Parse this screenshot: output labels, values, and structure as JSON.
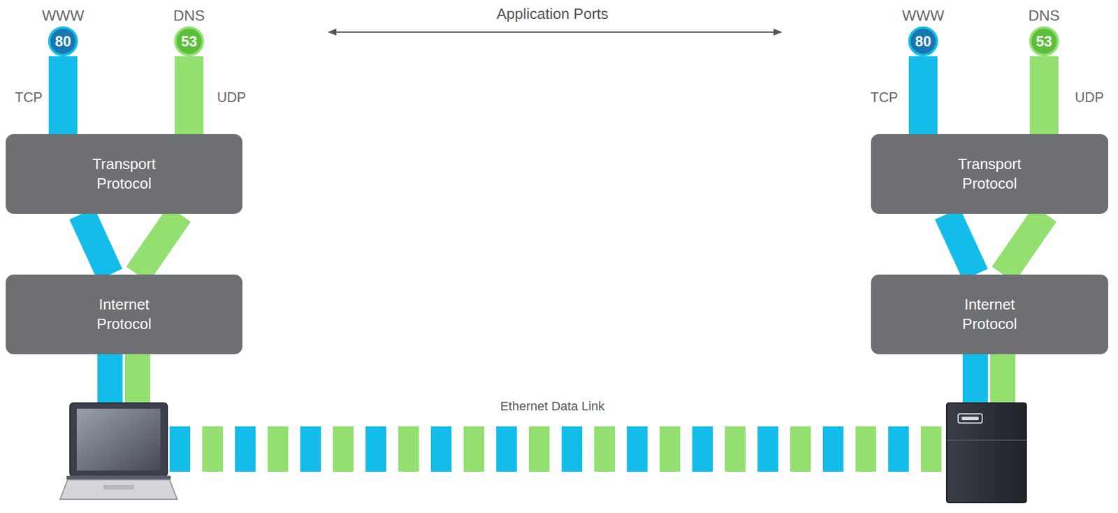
{
  "diagram": {
    "nodes": [
      {
        "text": [
          "WWW",
          "80"
        ]
      },
      {
        "text": [
          "DNS",
          "53"
        ]
      },
      {
        "text": [
          "Transport Protocol"
        ]
      },
      {
        "text": [
          "Internet Protocol"
        ]
      },
      {
        "text": [
          "WWW",
          "80"
        ]
      },
      {
        "text": [
          "DNS",
          "53"
        ]
      },
      {
        "text": [
          "Transport Protocol"
        ]
      },
      {
        "text": [
          "Internet Protocol"
        ]
      }
    ],
    "edges": [
      {
        "from": 0,
        "to": 2,
        "arrow": "none"
      },
      {
        "from": 1,
        "to": 2,
        "arrow": "none"
      },
      {
        "from": 2,
        "to": 3,
        "arrow": "none"
      },
      {
        "from": 2,
        "to": 3,
        "arrow": "none"
      },
      {
        "from": 4,
        "to": 6,
        "arrow": "none"
      },
      {
        "from": 5,
        "to": 6,
        "arrow": "none"
      },
      {
        "from": 6,
        "to": 7,
        "arrow": "none"
      },
      {
        "from": 6,
        "to": 7,
        "arrow": "none"
      }
    ],
    "labels": [
      "Application Ports",
      "TCP",
      "UDP",
      "TCP",
      "UDP",
      "Ethernet Data Link"
    ]
  }
}
